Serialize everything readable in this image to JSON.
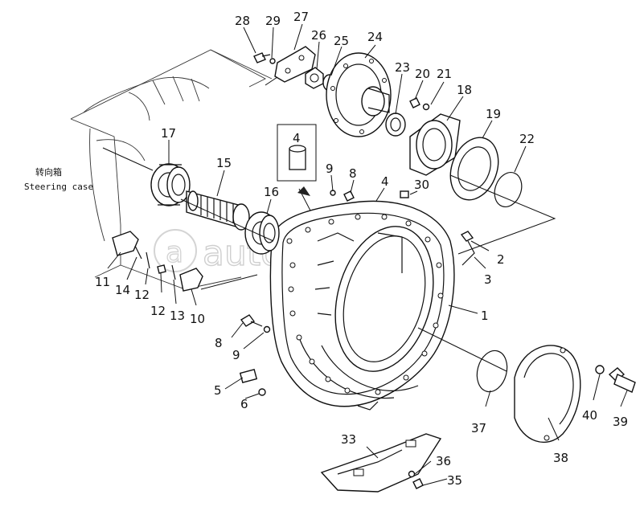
{
  "watermark": "autopiter.ru",
  "caption": {
    "chinese": "转向箱",
    "english": "Steering case"
  },
  "callouts": [
    {
      "id": "c28",
      "label": "28"
    },
    {
      "id": "c29",
      "label": "29"
    },
    {
      "id": "c27",
      "label": "27"
    },
    {
      "id": "c26",
      "label": "26"
    },
    {
      "id": "c25",
      "label": "25"
    },
    {
      "id": "c24",
      "label": "24"
    },
    {
      "id": "c23",
      "label": "23"
    },
    {
      "id": "c20",
      "label": "20"
    },
    {
      "id": "c21",
      "label": "21"
    },
    {
      "id": "c18",
      "label": "18"
    },
    {
      "id": "c19",
      "label": "19"
    },
    {
      "id": "c22",
      "label": "22"
    },
    {
      "id": "c17",
      "label": "17"
    },
    {
      "id": "c15",
      "label": "15"
    },
    {
      "id": "c16",
      "label": "16"
    },
    {
      "id": "c4a",
      "label": "4"
    },
    {
      "id": "c9a",
      "label": "9"
    },
    {
      "id": "c8a",
      "label": "8"
    },
    {
      "id": "c4b",
      "label": "4"
    },
    {
      "id": "c30",
      "label": "30"
    },
    {
      "id": "c2",
      "label": "2"
    },
    {
      "id": "c3",
      "label": "3"
    },
    {
      "id": "c1",
      "label": "1"
    },
    {
      "id": "c11",
      "label": "11"
    },
    {
      "id": "c14",
      "label": "14"
    },
    {
      "id": "c12a",
      "label": "12"
    },
    {
      "id": "c12b",
      "label": "12"
    },
    {
      "id": "c13",
      "label": "13"
    },
    {
      "id": "c10",
      "label": "10"
    },
    {
      "id": "c8b",
      "label": "8"
    },
    {
      "id": "c9b",
      "label": "9"
    },
    {
      "id": "c5",
      "label": "5"
    },
    {
      "id": "c6",
      "label": "6"
    },
    {
      "id": "c37",
      "label": "37"
    },
    {
      "id": "c38",
      "label": "38"
    },
    {
      "id": "c40",
      "label": "40"
    },
    {
      "id": "c39",
      "label": "39"
    },
    {
      "id": "c33",
      "label": "33"
    },
    {
      "id": "c36",
      "label": "36"
    },
    {
      "id": "c35",
      "label": "35"
    }
  ]
}
